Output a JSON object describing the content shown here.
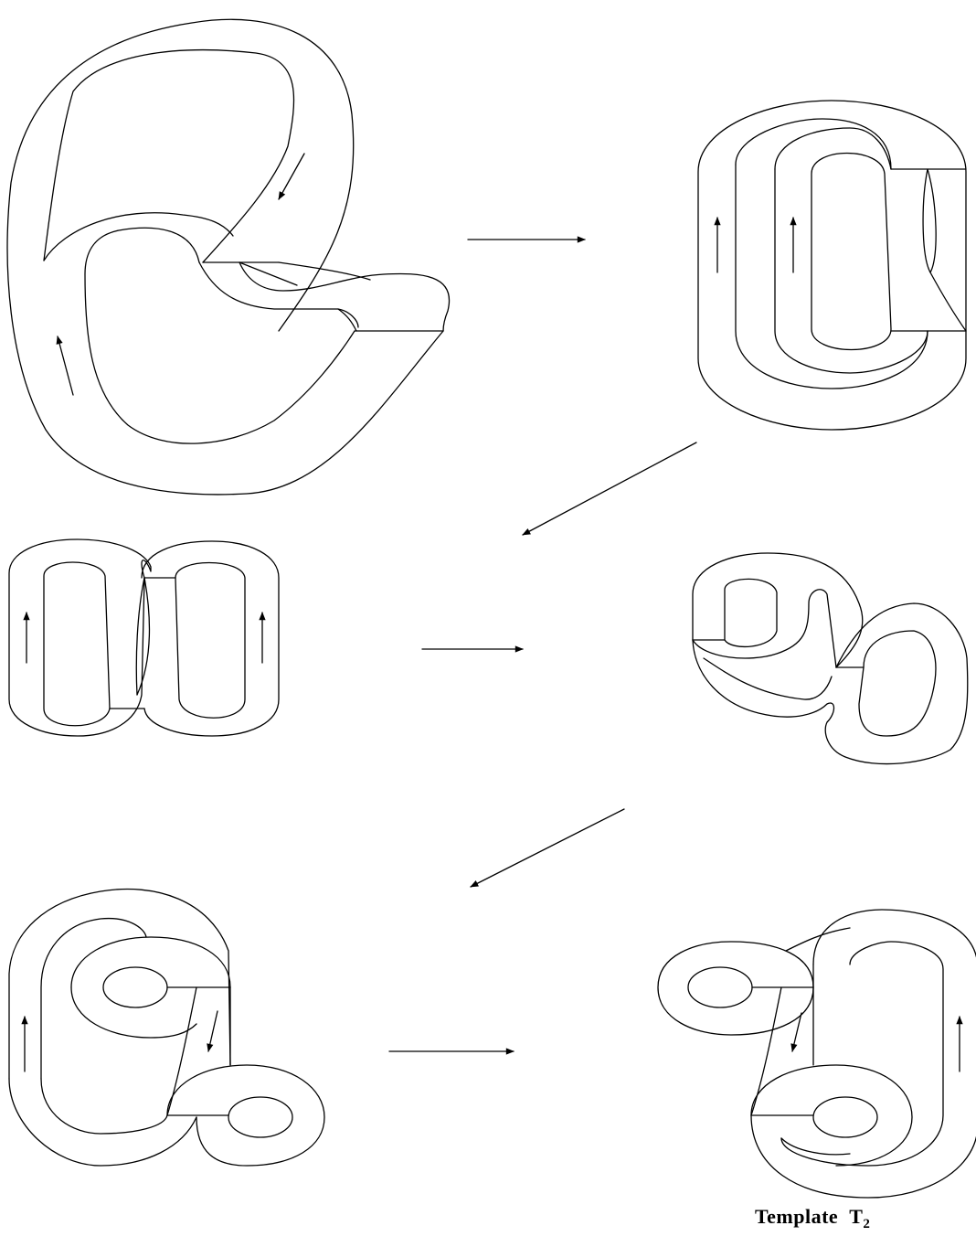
{
  "caption": {
    "word": "Template",
    "symbol": "T",
    "subscript": "2"
  },
  "steps": [
    "template-1",
    "template-2",
    "template-3",
    "template-4",
    "template-5",
    "template-6"
  ],
  "colors": {
    "stroke": "#000000",
    "background": "#ffffff"
  }
}
